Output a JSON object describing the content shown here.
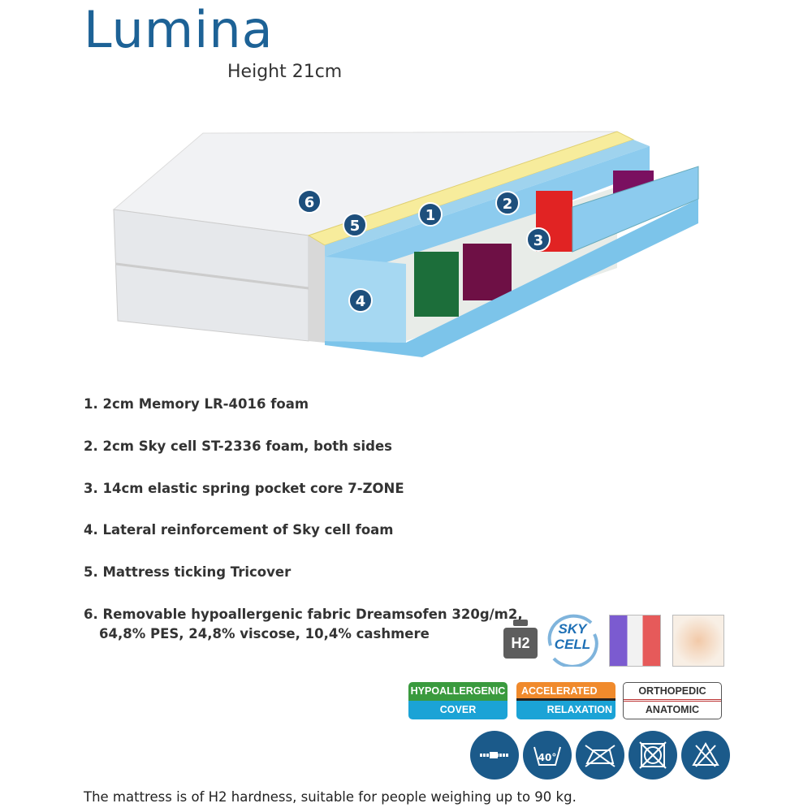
{
  "brand": "Lumina",
  "height_label": "Height 21cm",
  "diagram_markers": [
    "1",
    "2",
    "3",
    "4",
    "5",
    "6"
  ],
  "specs": [
    "1. 2cm Memory LR-4016 foam",
    "2. 2cm Sky cell ST-2336 foam, both sides",
    "3. 14cm elastic spring pocket core 7-ZONE",
    "4. Lateral reinforcement of Sky cell foam",
    "5. Mattress ticking Tricover",
    "6. Removable hypoallergenic fabric Dreamsofen 320g/m2,",
    "64,8% PES, 24,8% viscose, 10,4% cashmere"
  ],
  "feature_icons": {
    "hardness": "H2",
    "skycell_top": "SKY",
    "skycell_bottom": "CELL"
  },
  "badges": [
    {
      "top": "HYPOALLERGENIC",
      "bottom": "COVER"
    },
    {
      "top": "ACCELERATED",
      "bottom": "RELAXATION"
    },
    {
      "top": "ORTHOPEDIC",
      "bottom": "ANATOMIC"
    }
  ],
  "care": {
    "wash_temp": "40°"
  },
  "footer": "The mattress is of H2 hardness, suitable for people weighing up to 90 kg.",
  "colors": {
    "brand": "#1d6296",
    "green": "#3a9a3e",
    "blue": "#1ba3d6",
    "orange": "#f08a2c"
  }
}
